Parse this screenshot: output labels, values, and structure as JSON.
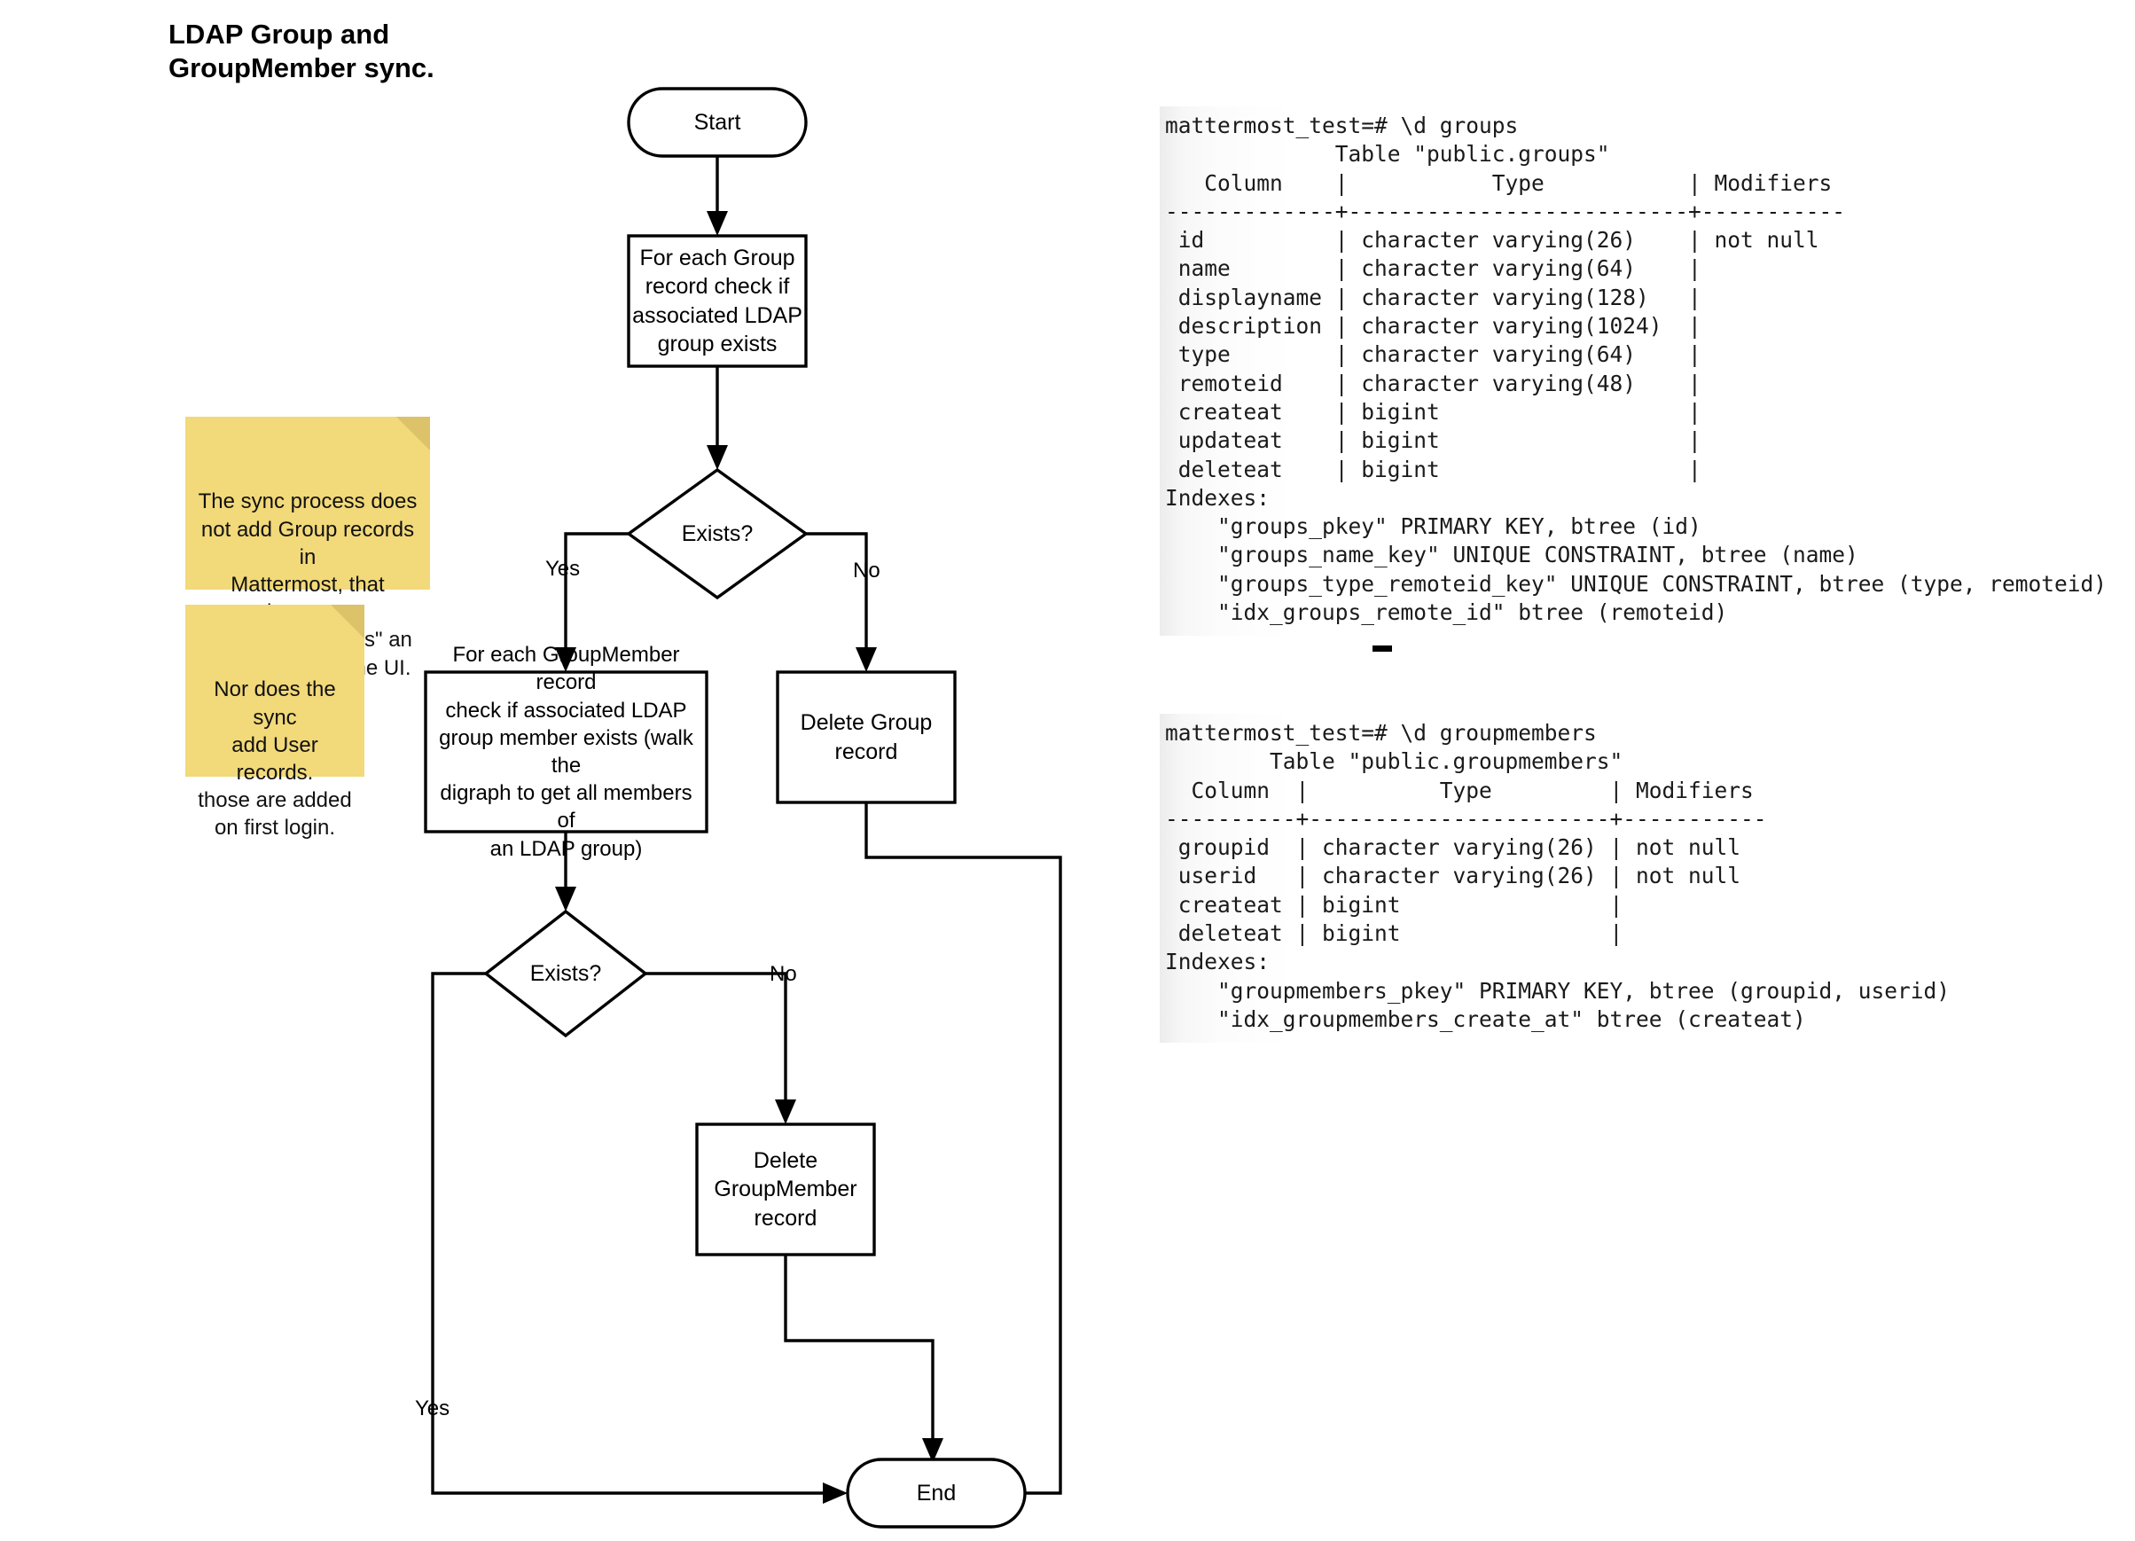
{
  "title": "LDAP Group and\nGroupMember sync.",
  "flowchart": {
    "nodes": {
      "start": "Start",
      "check_group": "For each Group\nrecord check if\nassociated LDAP\ngroup exists",
      "exists_1": "Exists?",
      "check_groupmember": "For each GroupMember record\ncheck if associated LDAP\ngroup member exists (walk the\ndigraph to get all members of\nan LDAP group)",
      "delete_group": "Delete Group\nrecord",
      "exists_2": "Exists?",
      "delete_groupmember": "Delete\nGroupMember\nrecord",
      "end": "End"
    },
    "edge_labels": {
      "exists1_yes": "Yes",
      "exists1_no": "No",
      "exists2_no": "No",
      "exists2_yes": "Yes"
    }
  },
  "notes": [
    {
      "id": "note-sync-no-group-add",
      "text": "The sync process does\nnot add Group records in\nMattermost, that happens\nwhen a user \"links\" an\nLDAP group in the UI."
    },
    {
      "id": "note-sync-no-user-add",
      "text": "Nor does the sync\nadd User records.\nthose are added\non first login."
    }
  ],
  "terminals": [
    {
      "id": "groups-table",
      "prompt": "mattermost_test=# \\d groups",
      "text": "mattermost_test=# \\d groups\n             Table \"public.groups\"\n   Column    |           Type           | Modifiers\n-------------+--------------------------+-----------\n id          | character varying(26)    | not null\n name        | character varying(64)    |\n displayname | character varying(128)   |\n description | character varying(1024)  |\n type        | character varying(64)    |\n remoteid    | character varying(48)    |\n createat    | bigint                   |\n updateat    | bigint                   |\n deleteat    | bigint                   |\nIndexes:\n    \"groups_pkey\" PRIMARY KEY, btree (id)\n    \"groups_name_key\" UNIQUE CONSTRAINT, btree (name)\n    \"groups_type_remoteid_key\" UNIQUE CONSTRAINT, btree (type, remoteid)\n    \"idx_groups_remote_id\" btree (remoteid)"
    },
    {
      "id": "groupmembers-table",
      "prompt": "mattermost_test=# \\d groupmembers",
      "text": "mattermost_test=# \\d groupmembers\n        Table \"public.groupmembers\"\n  Column  |          Type         | Modifiers\n----------+-----------------------+-----------\n groupid  | character varying(26) | not null\n userid   | character varying(26) | not null\n createat | bigint                |\n deleteat | bigint                |\nIndexes:\n    \"groupmembers_pkey\" PRIMARY KEY, btree (groupid, userid)\n    \"idx_groupmembers_create_at\" btree (createat)"
    }
  ],
  "colors": {
    "sticky_note": "#f2d979",
    "sticky_fold": "#dcc268",
    "stroke": "#000000",
    "terminal_bg": "#f4f4f4"
  }
}
